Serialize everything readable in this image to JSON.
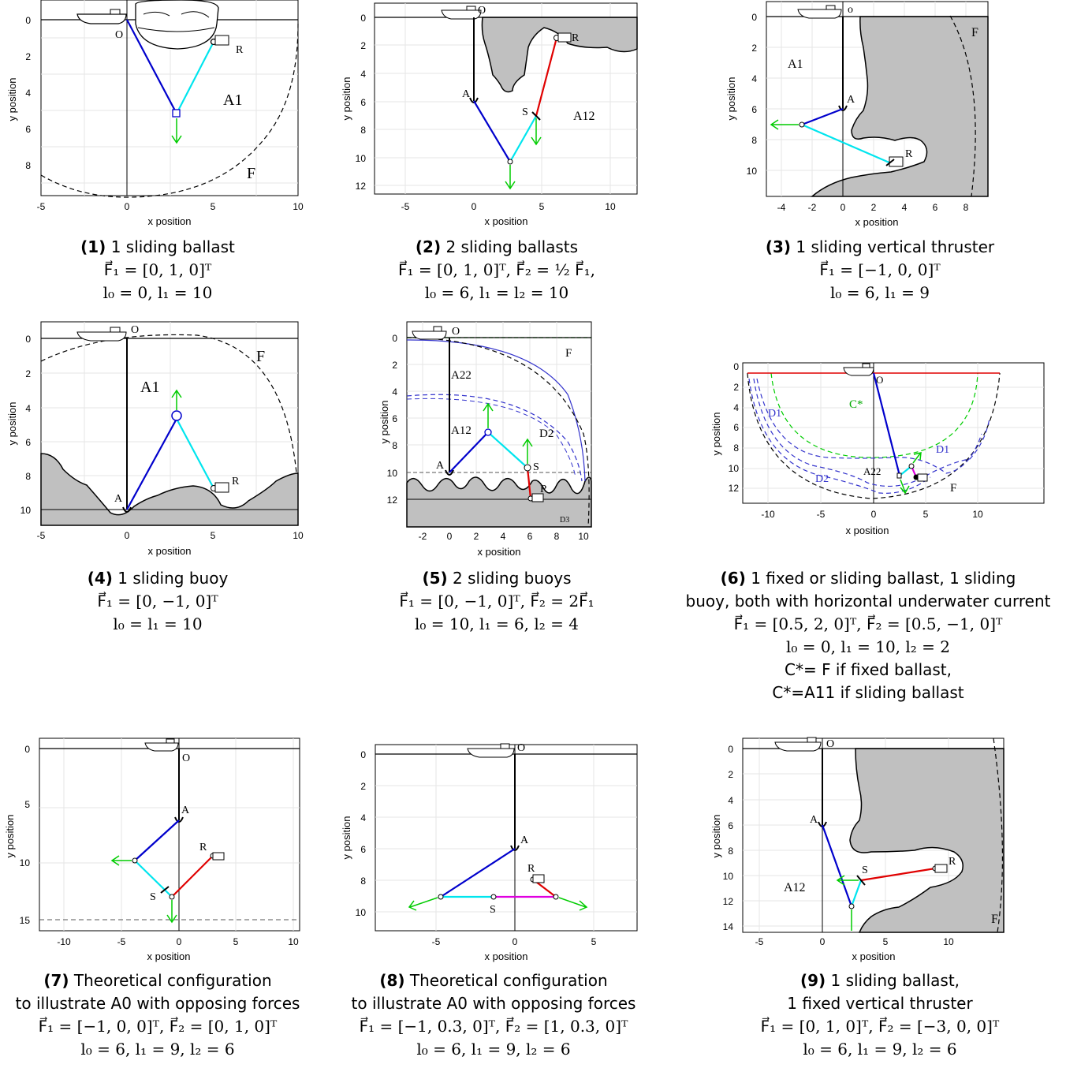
{
  "figure": {
    "axis_xlabel": "x position",
    "axis_ylabel": "y position",
    "colors": {
      "leg_blue": "#0000cc",
      "leg_cyan": "#00e5ee",
      "leg_red": "#e00000",
      "leg_magenta": "#e000e0",
      "force_green": "#00cc00",
      "seabed_gray": "#c0c0c0",
      "region_dashed": "#333333",
      "region_blue": "#3333cc",
      "region_green": "#00cc00"
    },
    "panels": [
      {
        "num": "(1)",
        "caption": [
          "1 sliding ballast",
          "F⃗₁ = [0, 1, 0]ᵀ",
          "l₀ = 0, l₁ = 10"
        ],
        "xticks": [
          "-5",
          "0",
          "5",
          "10"
        ],
        "yticks": [
          "0",
          "2",
          "4",
          "6",
          "8"
        ],
        "labels": {
          "O": "O",
          "R": "R",
          "A": "A1",
          "F": "F"
        }
      },
      {
        "num": "(2)",
        "caption": [
          "2 sliding ballasts",
          "F⃗₁ = [0, 1, 0]ᵀ, F⃗₂ = ½ F⃗₁,",
          "l₀ = 6, l₁ = l₂ = 10"
        ],
        "xticks": [
          "-5",
          "0",
          "5",
          "10"
        ],
        "yticks": [
          "0",
          "2",
          "4",
          "6",
          "8",
          "10",
          "12"
        ],
        "labels": {
          "O": "O",
          "R": "R",
          "A": "A",
          "S": "S",
          "Z": "A12"
        }
      },
      {
        "num": "(3)",
        "caption": [
          "1 sliding vertical thruster",
          "F⃗₁ = [−1, 0, 0]ᵀ",
          "l₀ = 6, l₁ = 9"
        ],
        "xticks": [
          "-4",
          "-2",
          "0",
          "2",
          "4",
          "6",
          "8"
        ],
        "yticks": [
          "0",
          "2",
          "4",
          "6",
          "8",
          "10"
        ],
        "labels": {
          "O": "o",
          "R": "R",
          "A": "A",
          "Z": "A1",
          "F": "F"
        }
      },
      {
        "num": "(4)",
        "caption": [
          "1 sliding buoy",
          "F⃗₁ = [0, −1, 0]ᵀ",
          "l₀ = l₁ = 10"
        ],
        "xticks": [
          "-5",
          "0",
          "5",
          "10"
        ],
        "yticks": [
          "0",
          "2",
          "4",
          "6",
          "8",
          "10"
        ],
        "labels": {
          "O": "O",
          "R": "R",
          "A": "A",
          "Z": "A1",
          "F": "F"
        }
      },
      {
        "num": "(5)",
        "caption": [
          "2 sliding buoys",
          "F⃗₁ = [0, −1, 0]ᵀ, F⃗₂ = 2F⃗₁",
          "l₀ = 10, l₁ = 6, l₂ = 4"
        ],
        "xticks": [
          "-2",
          "0",
          "2",
          "4",
          "6",
          "8",
          "10"
        ],
        "yticks": [
          "0",
          "2",
          "4",
          "6",
          "8",
          "10",
          "12"
        ],
        "labels": {
          "O": "O",
          "R": "R",
          "A": "A",
          "S": "S",
          "F": "F",
          "Z1": "A22",
          "Z2": "A12",
          "D2": "D2",
          "D3": "D3"
        }
      },
      {
        "num": "(6)",
        "caption": [
          "1 fixed or sliding ballast, 1 sliding",
          "buoy, both with horizontal underwater current",
          "F⃗₁ = [0.5, 2, 0]ᵀ, F⃗₂ = [0.5, −1, 0]ᵀ",
          "l₀ = 0, l₁ = 10, l₂ = 2",
          "C*= F if fixed ballast,",
          "C*=A11 if sliding ballast"
        ],
        "xticks": [
          "-10",
          "-5",
          "0",
          "5",
          "10"
        ],
        "yticks": [
          "0",
          "2",
          "4",
          "6",
          "8",
          "10",
          "12"
        ],
        "labels": {
          "O": "O",
          "C": "C*",
          "D1a": "D1",
          "D1b": "D1",
          "D2": "D2",
          "Z": "A22",
          "F": "F"
        }
      },
      {
        "num": "(7)",
        "caption": [
          "Theoretical configuration",
          "to illustrate A0 with opposing forces",
          "F⃗₁ = [−1, 0, 0]ᵀ, F⃗₂ = [0, 1, 0]ᵀ",
          "l₀ = 6, l₁ = 9, l₂ = 6"
        ],
        "xticks": [
          "-10",
          "-5",
          "0",
          "5",
          "10"
        ],
        "yticks": [
          "0",
          "5",
          "10",
          "15"
        ],
        "labels": {
          "O": "O",
          "R": "R",
          "A": "A",
          "S": "S"
        }
      },
      {
        "num": "(8)",
        "caption": [
          "Theoretical configuration",
          "to illustrate A0 with opposing forces",
          "F⃗₁ = [−1, 0.3, 0]ᵀ, F⃗₂ = [1, 0.3, 0]ᵀ",
          "l₀ = 6, l₁ = 9, l₂ = 6"
        ],
        "xticks": [
          "-5",
          "0",
          "5"
        ],
        "yticks": [
          "0",
          "2",
          "4",
          "6",
          "8",
          "10"
        ],
        "labels": {
          "O": "O",
          "R": "R",
          "A": "A",
          "S": "S"
        }
      },
      {
        "num": "(9)",
        "caption": [
          "1 sliding ballast,",
          "1 fixed vertical thruster",
          "F⃗₁ = [0, 1, 0]ᵀ, F⃗₂ = [−3, 0, 0]ᵀ",
          "l₀ = 6, l₁ = 9, l₂ = 6"
        ],
        "xticks": [
          "-5",
          "0",
          "5",
          "10"
        ],
        "yticks": [
          "0",
          "2",
          "4",
          "6",
          "8",
          "10",
          "12",
          "14"
        ],
        "labels": {
          "O": "O",
          "R": "R",
          "A": "A",
          "S": "S",
          "Z": "A12",
          "F": "F"
        }
      }
    ]
  }
}
